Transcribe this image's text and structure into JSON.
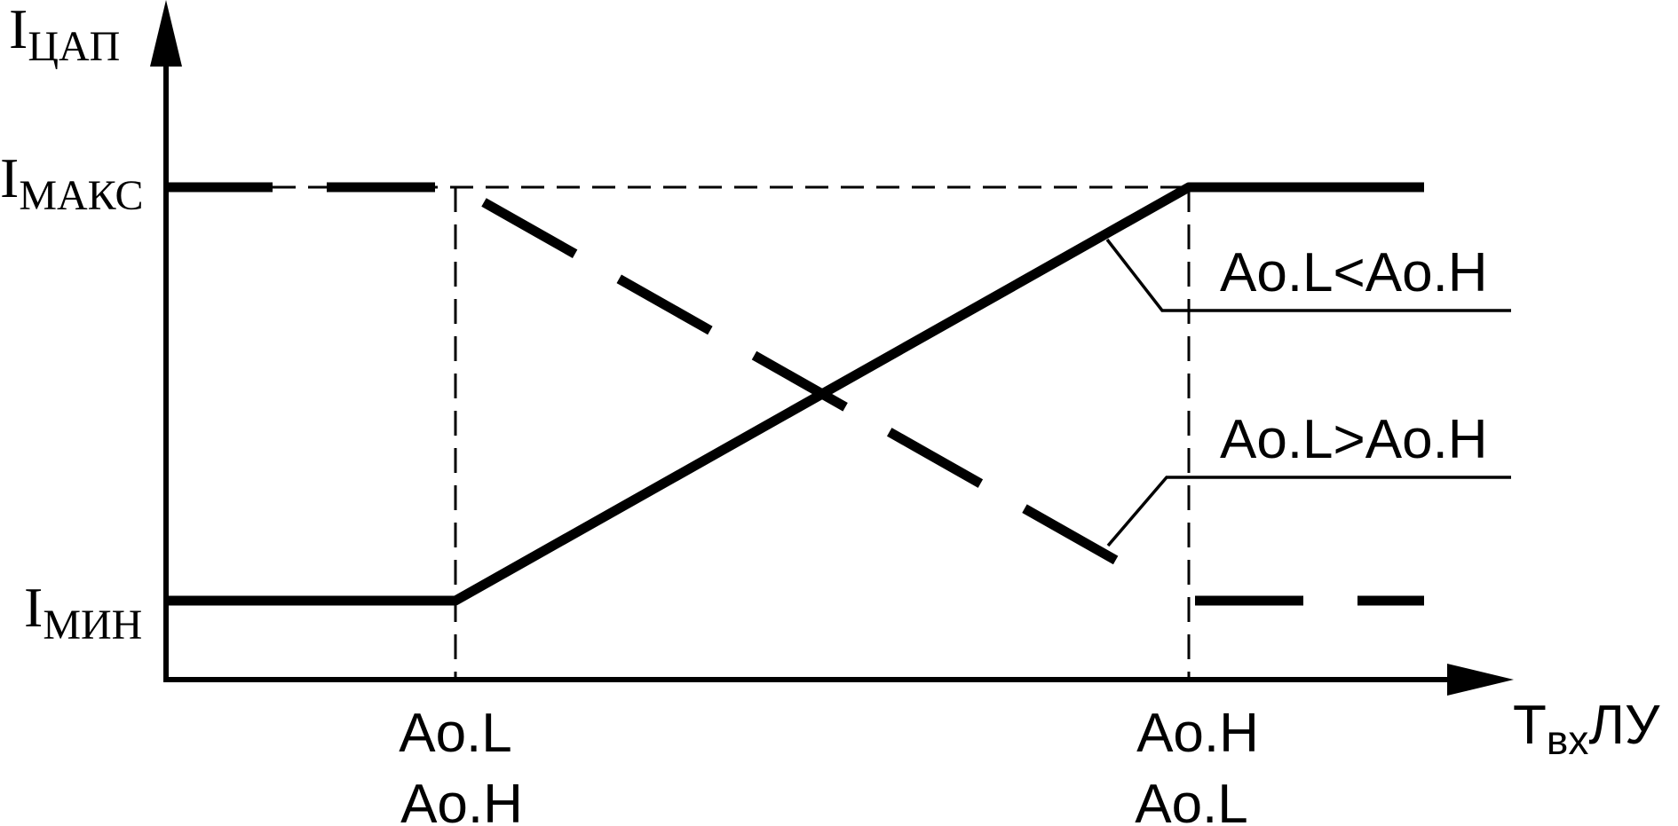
{
  "diagram": {
    "y_axis": {
      "label_main": "I",
      "label_sub": "ЦАП",
      "level_max_main": "I",
      "level_max_sub": "МАКС",
      "level_min_main": "I",
      "level_min_sub": "МИН"
    },
    "x_axis": {
      "label_main": "T",
      "label_sub": "вх",
      "label_suffix": "ЛУ",
      "tick_left_top": "Ao.L",
      "tick_left_bottom": "Ao.H",
      "tick_right_top": "Ao.H",
      "tick_right_bottom": "Ao.L"
    },
    "legend": {
      "solid_curve": "Ao.L<Ao.H",
      "dashed_curve": "Ao.L>Ao.H"
    },
    "colors": {
      "ink": "#000000",
      "background": "#ffffff"
    }
  }
}
